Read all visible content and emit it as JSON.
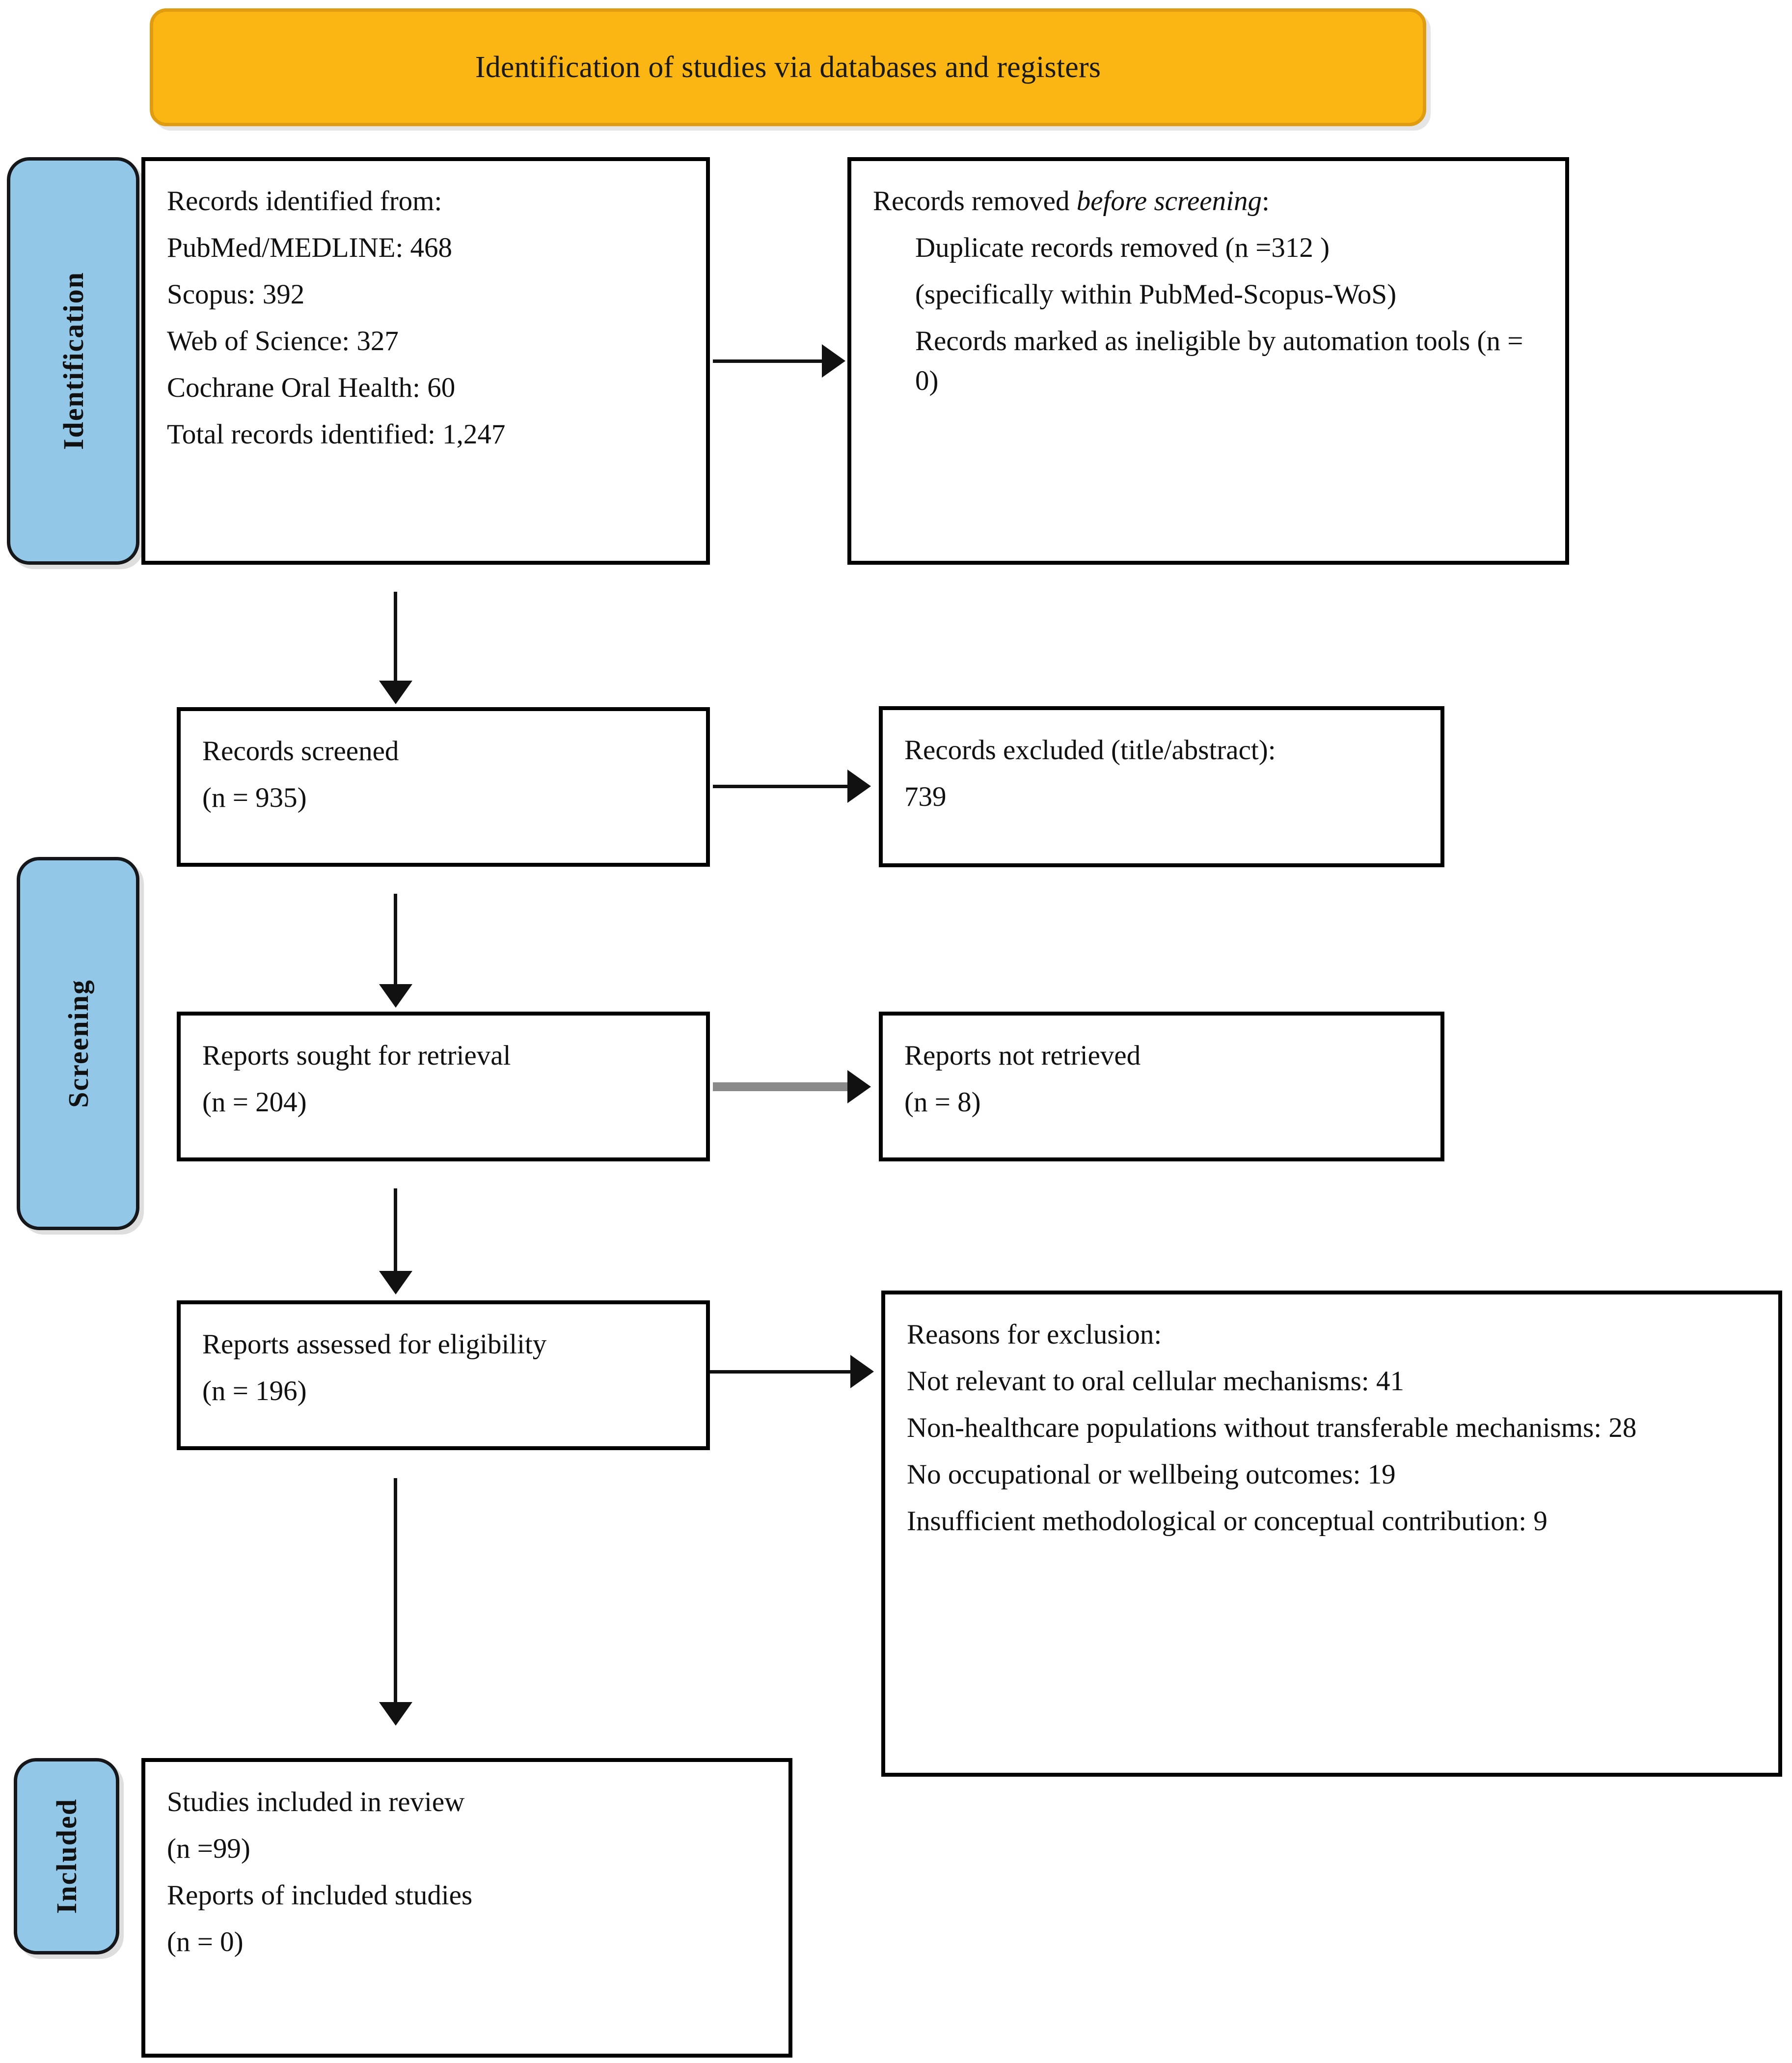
{
  "banner": {
    "title": "Identification of studies via databases and registers"
  },
  "phases": [
    {
      "label": "Identification"
    },
    {
      "label": "Screening"
    },
    {
      "label": "Included"
    }
  ],
  "boxes": {
    "identified": {
      "line1": "Records identified from:",
      "line2": "PubMed/MEDLINE: 468",
      "line3": "Scopus: 392",
      "line4": "Web of Science: 327",
      "line5": "Cochrane Oral Health: 60",
      "line6": "Total records identified: 1,247"
    },
    "removed": {
      "heading_prefix": "Records removed ",
      "heading_italic": "before screening",
      "heading_suffix": ":",
      "line1": "Duplicate records removed (n =312 )",
      "line2": "(specifically within PubMed-Scopus-WoS)",
      "line3": "Records marked as ineligible by automation tools (n = 0)"
    },
    "screened": {
      "line1": "Records screened",
      "line2": "(n = 935)"
    },
    "excluded": {
      "line1": "Records  excluded  (title/abstract):",
      "line2": "739"
    },
    "sought": {
      "line1": "Reports sought for retrieval",
      "line2": "(n = 204)"
    },
    "not_retrieved": {
      "line1": "Reports not retrieved",
      "line2": "(n = 8)"
    },
    "assessed": {
      "line1": "Reports assessed for eligibility",
      "line2": "(n = 196)"
    },
    "reasons": {
      "heading": "Reasons for exclusion:",
      "line1": "Not relevant to oral cellular mechanisms: 41",
      "line2": "Non-healthcare populations without transferable mechanisms: 28",
      "line3": "No occupational or wellbeing outcomes: 19",
      "line4": "Insufficient methodological or conceptual contribution: 9"
    },
    "included": {
      "line1": "Studies included in review",
      "line2": "(n =99)",
      "line3": "Reports of included studies",
      "line4": "(n = 0)"
    }
  },
  "colors": {
    "banner_fill": "#FBB614",
    "banner_border": "#E09C10",
    "phase_fill": "#92C7E8",
    "box_border": "#000000",
    "arrow_black": "#111111",
    "arrow_gray": "#8a8a8a"
  }
}
